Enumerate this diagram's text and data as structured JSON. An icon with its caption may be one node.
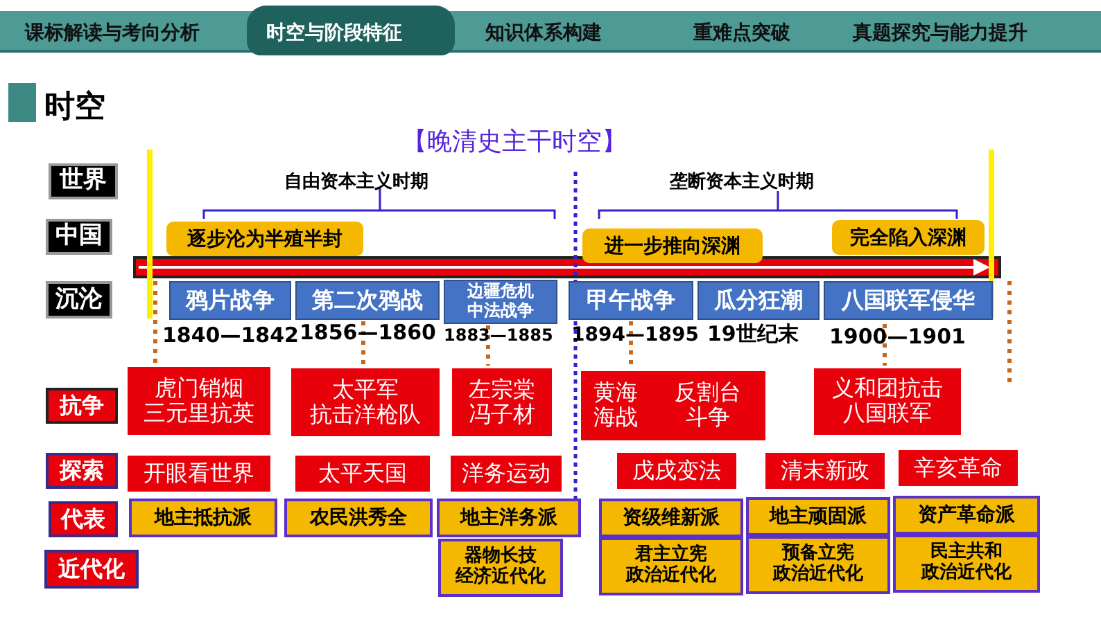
{
  "diagram": {
    "title": "【晚清史主干时空】",
    "nodes": [
      {
        "text": [
          "世界"
        ]
      },
      {
        "text": [
          "中国"
        ]
      },
      {
        "text": [
          "沉沦"
        ]
      },
      {
        "text": [
          "逐步沦为半殖半封"
        ]
      },
      {
        "text": [
          "进一步推向深渊"
        ]
      },
      {
        "text": [
          "完全陷入深渊"
        ]
      },
      {
        "text": [
          "鸦片战争"
        ]
      },
      {
        "text": [
          "第二次鸦战"
        ]
      },
      {
        "text": [
          "边疆危机中法战争"
        ]
      },
      {
        "text": [
          "甲午战争"
        ]
      },
      {
        "text": [
          "瓜分狂潮"
        ]
      },
      {
        "text": [
          "八国联军侵华"
        ]
      },
      {
        "text": [
          "抗争"
        ]
      },
      {
        "text": [
          "虎门销烟三元里抗英"
        ]
      },
      {
        "text": [
          "太平军抗击洋枪队"
        ]
      },
      {
        "text": [
          "左宗棠冯子材"
        ]
      },
      {
        "text": [
          "黄海海战"
        ]
      },
      {
        "text": [
          "反割台斗争"
        ]
      },
      {
        "text": [
          "义和团抗击八国联军"
        ]
      },
      {
        "text": [
          "探索"
        ]
      },
      {
        "text": [
          "开眼看世界"
        ]
      },
      {
        "text": [
          "太平天国"
        ]
      },
      {
        "text": [
          "洋务运动"
        ]
      },
      {
        "text": [
          "戊戌变法"
        ]
      },
      {
        "text": [
          "清末新政"
        ]
      },
      {
        "text": [
          "辛亥革命"
        ]
      },
      {
        "text": [
          "代表"
        ]
      },
      {
        "text": [
          "地主抵抗派"
        ]
      },
      {
        "text": [
          "农民洪秀全"
        ]
      },
      {
        "text": [
          "地主洋务派"
        ]
      },
      {
        "text": [
          "资级维新派"
        ]
      },
      {
        "text": [
          "地主顽固派"
        ]
      },
      {
        "text": [
          "资产革命派"
        ]
      },
      {
        "text": [
          "近代化"
        ]
      },
      {
        "text": [
          "器物长技经济近代化"
        ]
      },
      {
        "text": [
          "君主立宪政治近代化"
        ]
      },
      {
        "text": [
          "预备立宪政治近代化"
        ]
      },
      {
        "text": [
          "民主共和政治近代化"
        ]
      }
    ],
    "edges": [],
    "labels": [
      "课标解读与考向分析",
      "时空与阶段特征",
      "知识体系构建",
      "重难点突破",
      "真题探究与能力提升",
      "时空",
      "自由资本主义时期",
      "垄断资本主义时期",
      "1840—1842",
      "1856—1860",
      "1883—1885",
      "1894—1895",
      "19世纪末",
      "1900—1901"
    ]
  }
}
